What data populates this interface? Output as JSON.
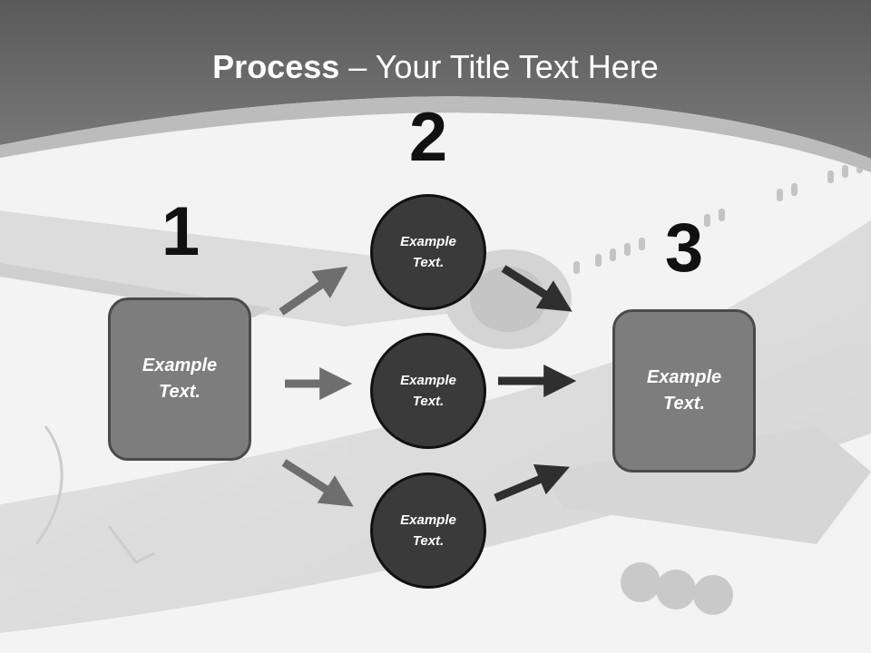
{
  "slide": {
    "title_bold": "Process",
    "title_rest": " – Your Title Text Here"
  },
  "steps": {
    "one": "1",
    "two": "2",
    "three": "3"
  },
  "boxes": {
    "left": "Example\nText.",
    "right": "Example\nText."
  },
  "circles": {
    "top": "Example\nText.",
    "middle": "Example\nText.",
    "bottom": "Example\nText."
  },
  "colors": {
    "header_band": "#626262",
    "box_fill": "#7d7d7d",
    "circle_fill": "#3a3a3a",
    "arrow_light": "#6e6e6e",
    "arrow_dark": "#2f2f2f"
  }
}
